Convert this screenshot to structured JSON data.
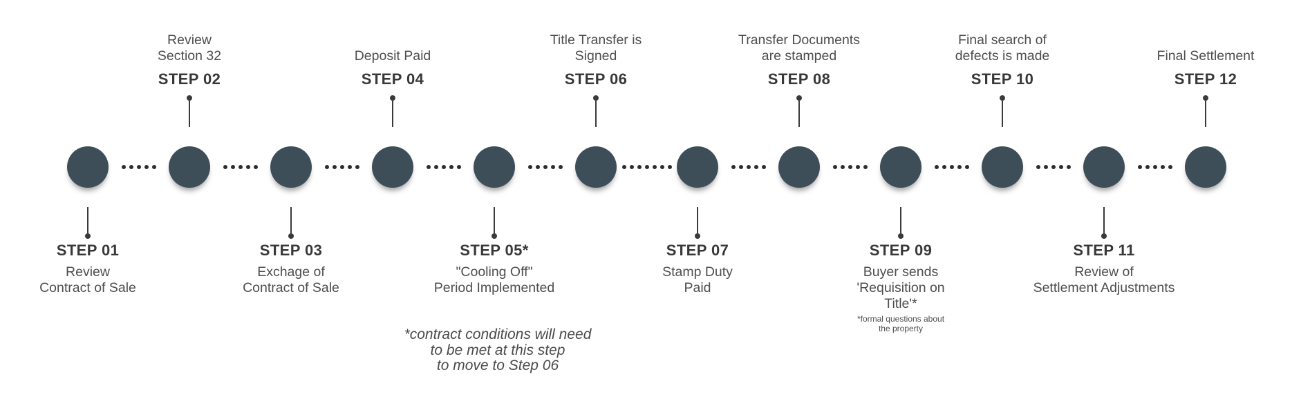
{
  "title": "Property settlement steps timeline",
  "colors": {
    "background": "#ffffff",
    "circle": "#3E4E58",
    "gap_dot": "#2B2E30",
    "connector": "#3A3A3A",
    "step_name_text": "#383838",
    "description_text": "#4E4E4E",
    "note_text": "#4A4A4A"
  },
  "timeline": {
    "dots_per_gap": [
      5,
      5,
      5,
      5,
      5,
      7,
      5,
      5,
      5,
      5,
      5
    ],
    "steps": [
      {
        "name": "STEP 01",
        "position": "bottom",
        "description": [
          "Review",
          "Contract of Sale"
        ]
      },
      {
        "name": "STEP 02",
        "position": "top",
        "description": [
          "Review",
          "Section 32"
        ]
      },
      {
        "name": "STEP 03",
        "position": "bottom",
        "description": [
          "Exchage of",
          "Contract of Sale"
        ]
      },
      {
        "name": "STEP 04",
        "position": "top",
        "description": [
          "Deposit Paid"
        ]
      },
      {
        "name": "STEP 05*",
        "position": "bottom",
        "description": [
          "\"Cooling Off\"",
          "Period Implemented"
        ]
      },
      {
        "name": "STEP 06",
        "position": "top",
        "description": [
          "Title Transfer is",
          "Signed"
        ]
      },
      {
        "name": "STEP 07",
        "position": "bottom",
        "description": [
          "Stamp Duty",
          "Paid"
        ]
      },
      {
        "name": "STEP 08",
        "position": "top",
        "description": [
          "Transfer Documents",
          "are stamped"
        ]
      },
      {
        "name": "STEP 09",
        "position": "bottom",
        "description": [
          "Buyer sends",
          "'Requisition on",
          "Title'*"
        ],
        "footnote": [
          "*formal questions about",
          "the property"
        ]
      },
      {
        "name": "STEP 10",
        "position": "top",
        "description": [
          "Final search of",
          "defects is made"
        ]
      },
      {
        "name": "STEP 11",
        "position": "bottom",
        "description": [
          "Review of",
          "Settlement Adjustments"
        ]
      },
      {
        "name": "STEP 12",
        "position": "top",
        "description": [
          "Final Settlement"
        ]
      }
    ]
  },
  "note": {
    "lines": [
      "*contract conditions will need",
      "to be met at this step",
      "to move to Step 06"
    ]
  }
}
